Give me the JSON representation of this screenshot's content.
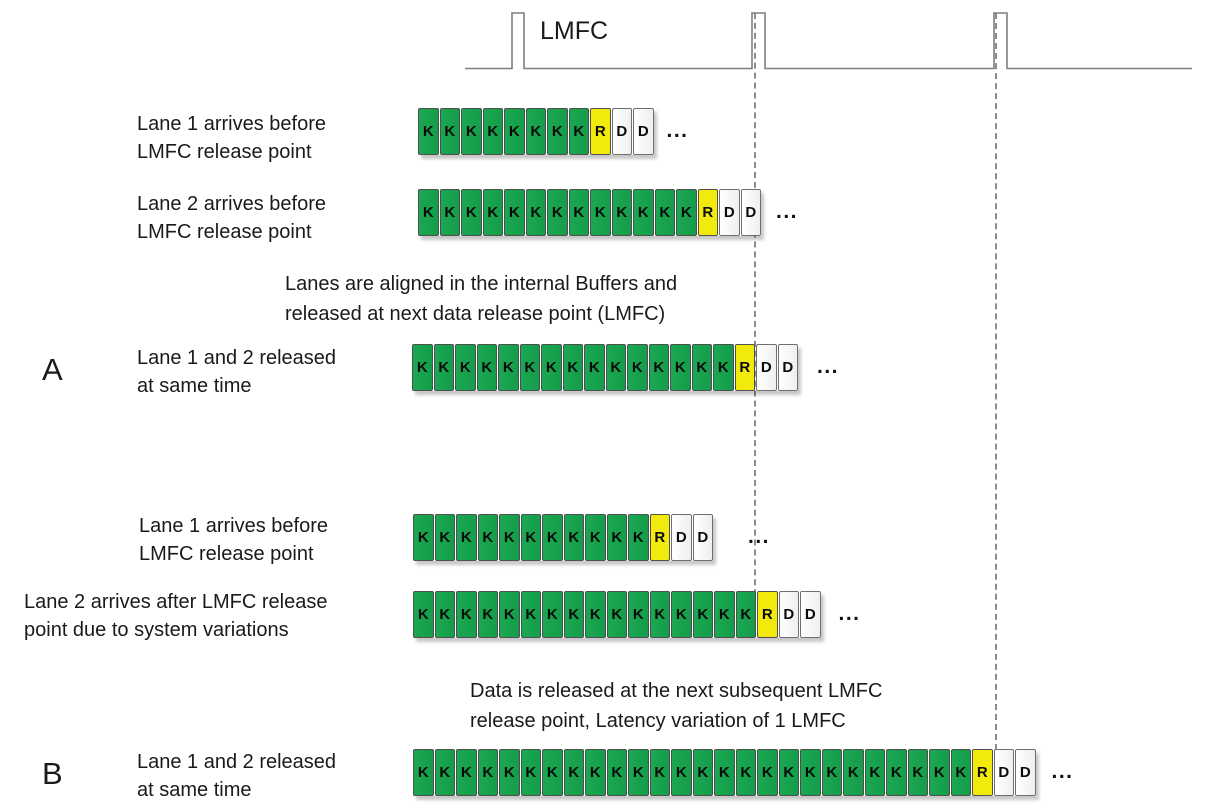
{
  "clock": {
    "label": "LMFC"
  },
  "sections": [
    {
      "marker": "A"
    },
    {
      "marker": "B"
    }
  ],
  "annotations": [
    {
      "line1": "Lanes are aligned in the internal Buffers and",
      "line2": "released at next data release point (LMFC)"
    },
    {
      "line1": "Data is released at the next subsequent LMFC",
      "line2": "release point, Latency variation of 1 LMFC"
    }
  ],
  "rows": [
    {
      "label_line1": "Lane 1 arrives before",
      "label_line2": "LMFC release point",
      "k_count": 8,
      "tail": [
        "R",
        "D",
        "D"
      ],
      "ellipsis": "..."
    },
    {
      "label_line1": "Lane 2 arrives before",
      "label_line2": "LMFC release point",
      "k_count": 13,
      "tail": [
        "R",
        "D",
        "D"
      ],
      "ellipsis": "..."
    },
    {
      "label_line1": "Lane 1 and 2 released",
      "label_line2": "at same time",
      "k_count": 15,
      "tail": [
        "R",
        "D",
        "D"
      ],
      "ellipsis": "..."
    },
    {
      "label_line1": "Lane 1 arrives before",
      "label_line2": "LMFC release point",
      "k_count": 11,
      "tail": [
        "R",
        "D",
        "D"
      ],
      "ellipsis": "..."
    },
    {
      "label_line1": "Lane 2 arrives after LMFC release",
      "label_line2": "point due to system variations",
      "k_count": 16,
      "tail": [
        "R",
        "D",
        "D"
      ],
      "ellipsis": "..."
    },
    {
      "label_line1": "Lane 1 and 2 released",
      "label_line2": "at same time",
      "k_count": 26,
      "tail": [
        "R",
        "D",
        "D"
      ],
      "ellipsis": "..."
    }
  ],
  "colors": {
    "k_fill": "#149c4a",
    "r_fill": "#f3ea0d",
    "d_fill": "#efefef",
    "box_border": "#4f4f4f",
    "signal": "#7f7f7f",
    "dashed": "#8c8c8c",
    "text": "#1a1a1a"
  }
}
